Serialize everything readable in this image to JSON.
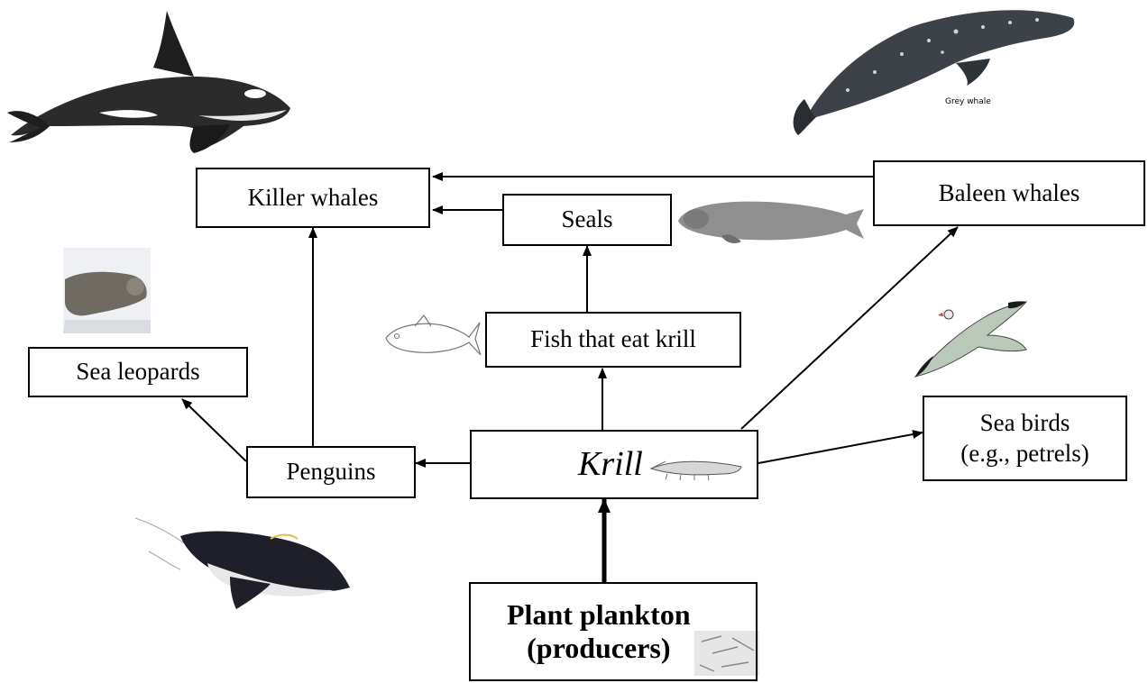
{
  "nodes": {
    "killer_whales": "Killer whales",
    "seals": "Seals",
    "baleen_whales": "Baleen whales",
    "sea_leopards": "Sea leopards",
    "fish": "Fish that eat krill",
    "penguins": "Penguins",
    "krill": "Krill",
    "sea_birds_line1": "Sea birds",
    "sea_birds_line2": "(e.g., petrels)",
    "plankton_line1": "Plant plankton",
    "plankton_line2": "(producers)"
  },
  "captions": {
    "grey_whale": "Grey whale"
  },
  "edges": [
    {
      "from": "Plant plankton",
      "to": "Krill"
    },
    {
      "from": "Krill",
      "to": "Penguins"
    },
    {
      "from": "Krill",
      "to": "Fish that eat krill"
    },
    {
      "from": "Krill",
      "to": "Baleen whales"
    },
    {
      "from": "Krill",
      "to": "Sea birds"
    },
    {
      "from": "Penguins",
      "to": "Sea leopards"
    },
    {
      "from": "Penguins",
      "to": "Killer whales"
    },
    {
      "from": "Fish that eat krill",
      "to": "Seals"
    },
    {
      "from": "Seals",
      "to": "Killer whales"
    },
    {
      "from": "Baleen whales",
      "to": "Killer whales"
    }
  ]
}
